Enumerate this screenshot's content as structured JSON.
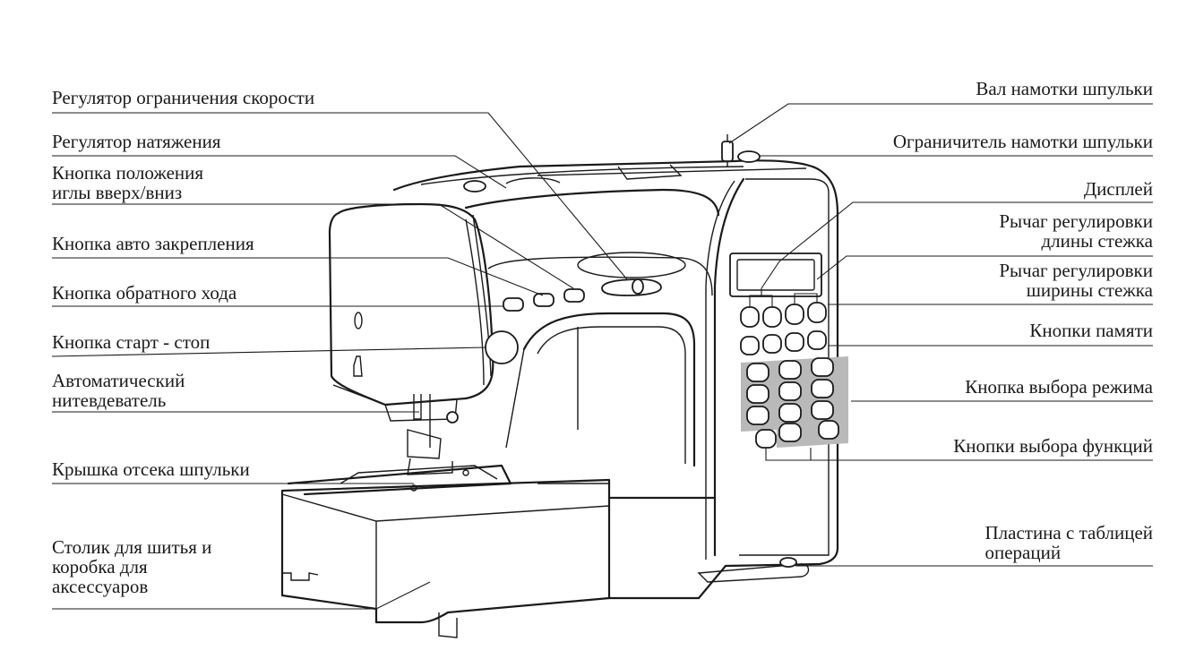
{
  "labels": {
    "speed_limit": "Регулятор ограничения скорости",
    "tension": "Регулятор натяжения",
    "needle_pos_1": "Кнопка положения",
    "needle_pos_2": "иглы вверх/вниз",
    "auto_lock": "Кнопка авто закрепления",
    "reverse": "Кнопка обратного хода",
    "start_stop": "Кнопка старт - стоп",
    "threader_1": "Автоматический",
    "threader_2": "нитевдеватель",
    "bobbin_cover": "Крышка отсека шпульки",
    "table_1": "Столик для шитья и",
    "table_2": "коробка для",
    "table_3": "аксессуаров",
    "bobbin_winder": "Вал намотки шпульки",
    "winder_stop": "Ограничитель намотки шпульки",
    "display": "Дисплей",
    "length_1": "Рычаг регулировки",
    "length_2": "длины стежка",
    "width_1": "Рычаг регулировки",
    "width_2": "ширины стежка",
    "memory": "Кнопки памяти",
    "mode": "Кнопка выбора режима",
    "function": "Кнопки выбора функций",
    "plate_1": "Пластина с таблицей",
    "plate_2": "операций"
  },
  "colors": {
    "ink": "#1a1a1a",
    "panel_gray": "#b9b9b9",
    "background": "#ffffff"
  }
}
